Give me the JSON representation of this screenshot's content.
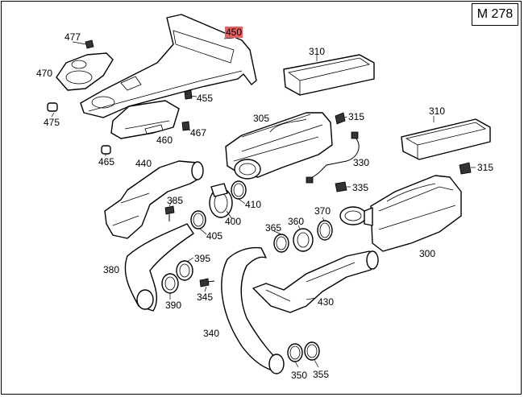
{
  "header": {
    "model": "M 278"
  },
  "callouts": {
    "c450": "450",
    "c477": "477",
    "c470": "470",
    "c475": "475",
    "c455": "455",
    "c460": "460",
    "c467": "467",
    "c465": "465",
    "c440": "440",
    "c310a": "310",
    "c305": "305",
    "c315a": "315",
    "c310b": "310",
    "c330": "330",
    "c315b": "315",
    "c335": "335",
    "c410": "410",
    "c385": "385",
    "c400": "400",
    "c405": "405",
    "c370": "370",
    "c365": "365",
    "c360": "360",
    "c300": "300",
    "c395": "395",
    "c380": "380",
    "c390": "390",
    "c345": "345",
    "c430": "430",
    "c340": "340",
    "c350": "350",
    "c355": "355"
  }
}
